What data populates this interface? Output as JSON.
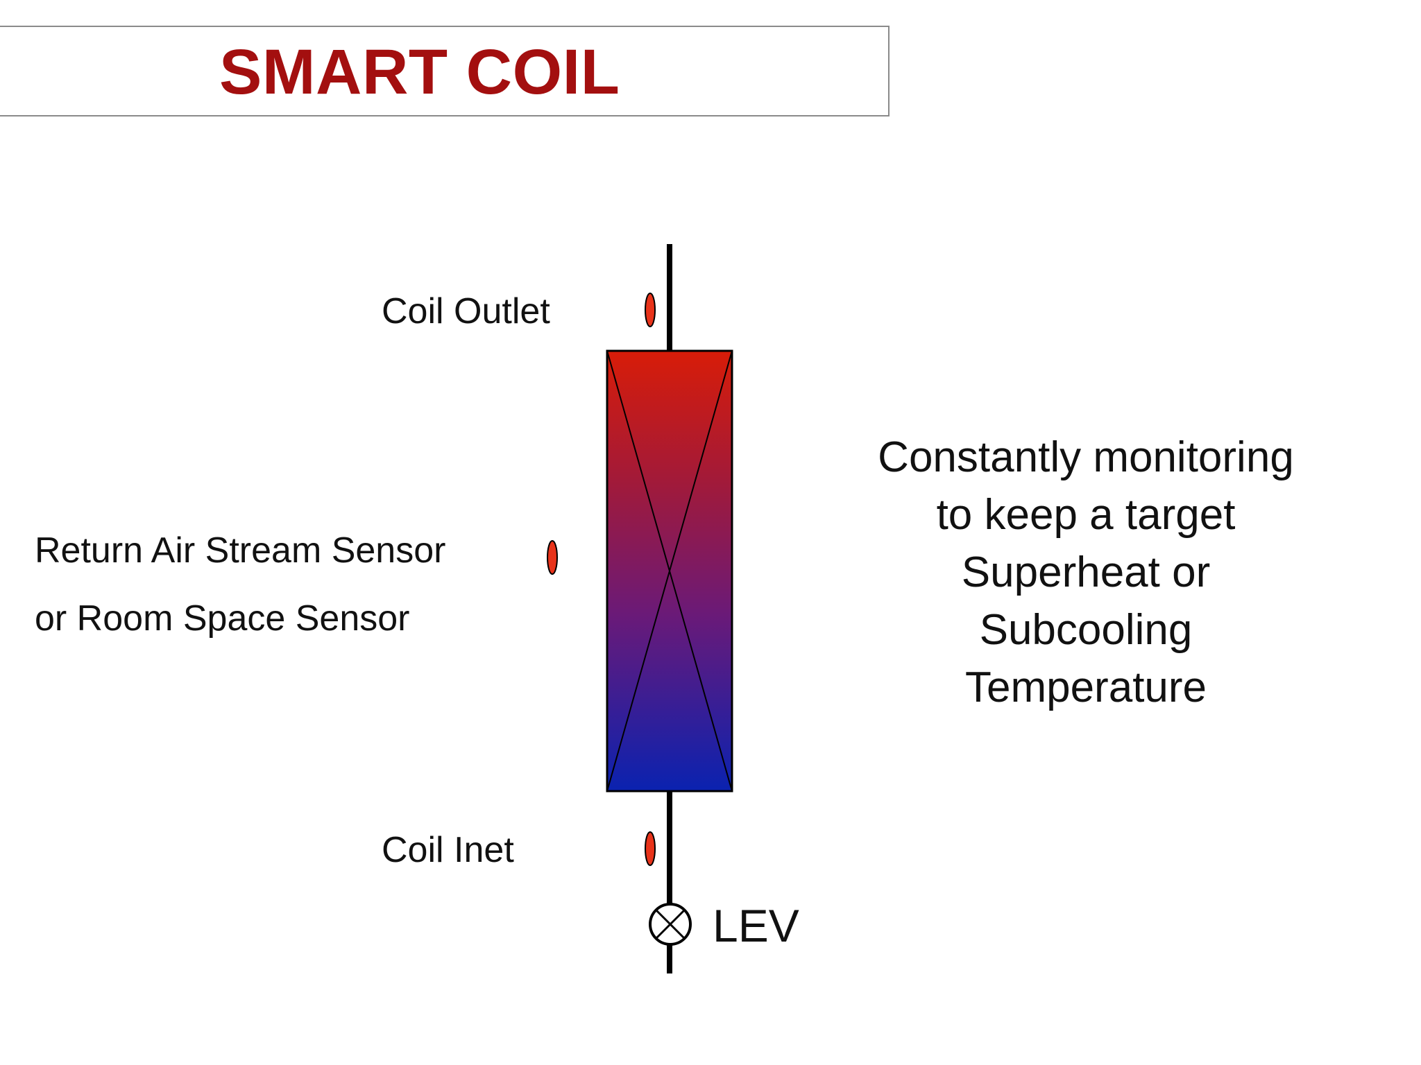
{
  "title": "SMART COIL",
  "labels": {
    "coil_outlet": "Coil Outlet",
    "return_air_line1": "Return Air Stream Sensor",
    "return_air_line2": "or Room Space Sensor",
    "coil_inlet": "Coil Inet",
    "lev": "LEV"
  },
  "description": {
    "lines": [
      "Constantly monitoring",
      "to keep a target",
      "Superheat or",
      "Subcooling",
      "Temperature"
    ]
  },
  "colors": {
    "title": "#a30f0f",
    "coil_top": "#d81c08",
    "coil_bottom": "#0a22b0",
    "sensor": "#e8331a"
  }
}
